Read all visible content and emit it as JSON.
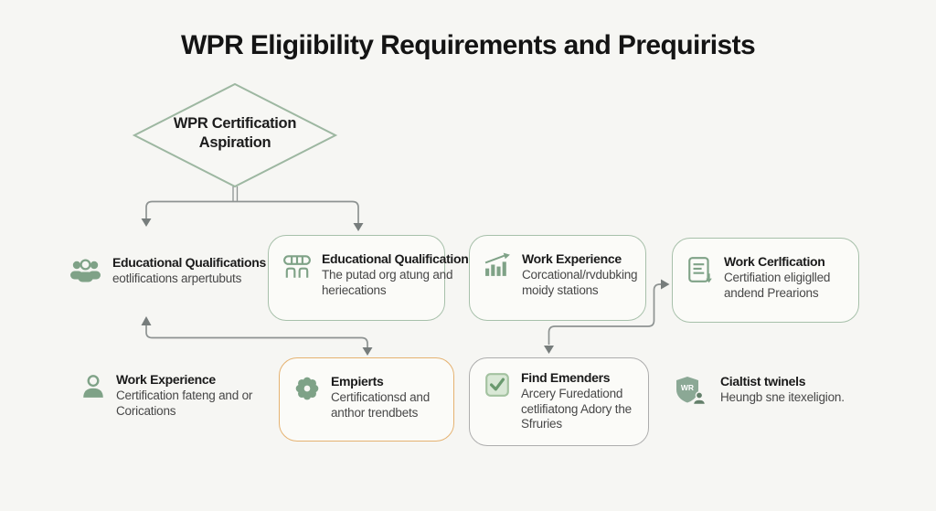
{
  "page": {
    "title": "WPR Eligiibility Requirements and Prequirists"
  },
  "colors": {
    "background": "#f6f6f3",
    "connector_line": "#8e9392",
    "diamond_border": "#9db7a1",
    "green_box_border": "#a7c0aa",
    "orange_box_border": "#e5b271",
    "gray_box_border": "#adadad",
    "icon_green": "#7fa287",
    "title_text": "#1a1a1a",
    "subtitle_text": "#474747"
  },
  "flowchart": {
    "root": {
      "line1": "WPR Certification",
      "line2": "Aspiration"
    },
    "row1": [
      {
        "icon": "people-group-icon",
        "title": "Educational Qualifications",
        "subtitle": "eotlifications arpertubuts",
        "boxed": false
      },
      {
        "icon": "storefront-icon",
        "title": "Educational Qualifications",
        "subtitle": "The putad org atung and heriecations",
        "boxed": true,
        "border": "green"
      },
      {
        "icon": "bar-chart-icon",
        "title": "Work Experience",
        "subtitle": "Corcational/rvdubking moidy stations",
        "boxed": true,
        "border": "green"
      },
      {
        "icon": "clipboard-check-icon",
        "title": "Work Cerlfication",
        "subtitle": "Certifiation eligiglled andend Prearions",
        "boxed": true,
        "border": "green"
      }
    ],
    "row2": [
      {
        "icon": "person-icon",
        "title": "Work Experience",
        "subtitle": "Certification fateng and or Corications",
        "boxed": false
      },
      {
        "icon": "flower-badge-icon",
        "title": "Empierts",
        "subtitle": "Certificationsd and anthor trendbets",
        "boxed": true,
        "border": "orange"
      },
      {
        "icon": "checkbox-icon",
        "title": "Find Emenders",
        "subtitle": "Arcery Furedationd cetlifiatong Adory the Sfruries",
        "boxed": true,
        "border": "gray"
      },
      {
        "icon": "shield-icon",
        "icon_text": "WR",
        "title": "Cialtist twinels",
        "subtitle": "Heungb sne itexeligion.",
        "boxed": false
      }
    ]
  }
}
